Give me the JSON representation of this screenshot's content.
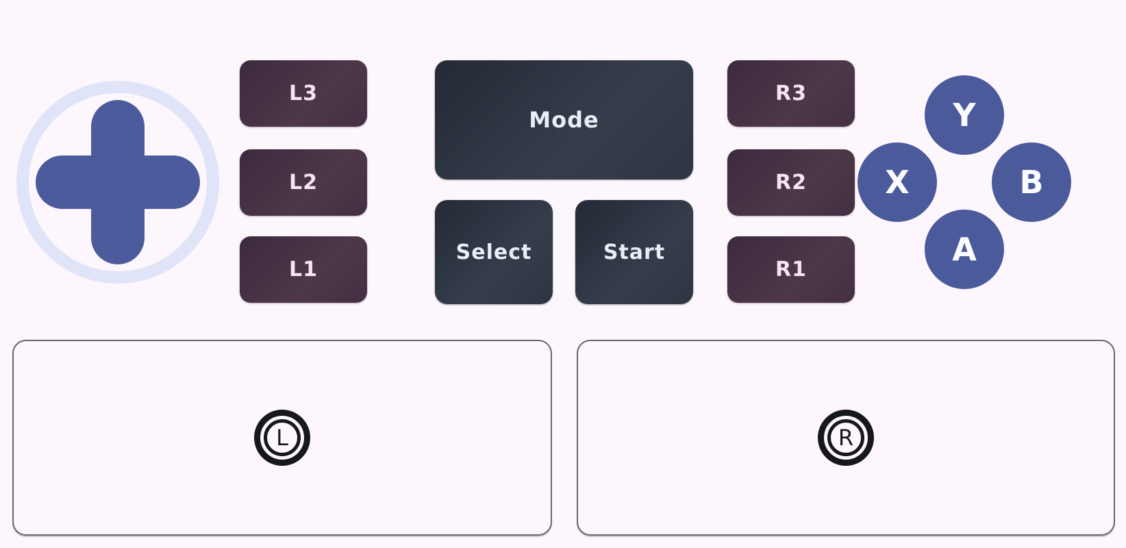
{
  "colors": {
    "background": "#fdf6fd",
    "accent_blue": "#4b5a9b",
    "dpad_ring": "#dfe4f9",
    "trigger_plum_dark": "#3c2a3d",
    "trigger_plum_light": "#4d3748",
    "trigger_text": "#f8e3f2",
    "center_slate_dark": "#242a36",
    "center_slate_light": "#353d4b",
    "center_text": "#e9ecf9",
    "face_text": "#fbfcff",
    "panel_border": "#66666f",
    "stick_icon": "#17171e"
  },
  "buttons": {
    "left_column": [
      "L3",
      "L2",
      "L1"
    ],
    "right_column": [
      "R3",
      "R2",
      "R1"
    ],
    "mode": "Mode",
    "select": "Select",
    "start": "Start",
    "face": {
      "top": "Y",
      "left": "X",
      "right": "B",
      "bottom": "A"
    }
  },
  "sticks": {
    "left": {
      "label": "L"
    },
    "right": {
      "label": "R"
    }
  }
}
